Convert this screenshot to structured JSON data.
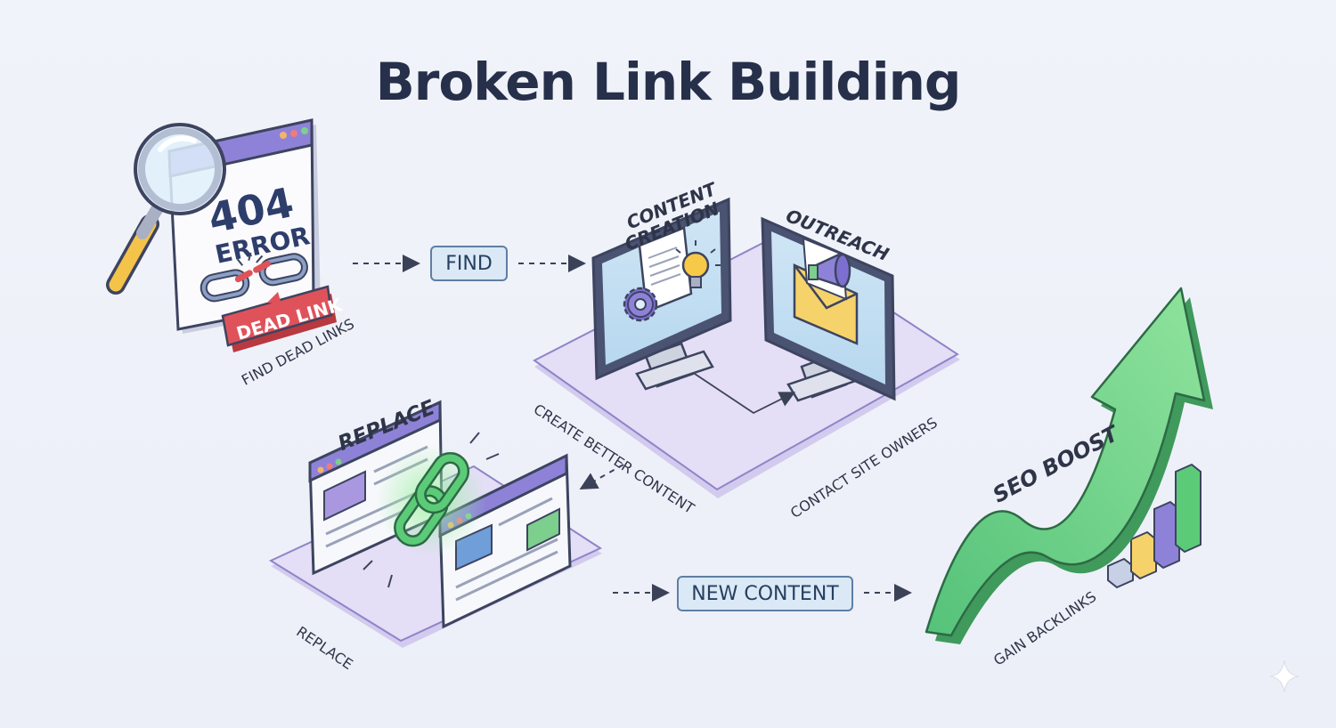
{
  "title": "Broken Link Building",
  "find_stage": {
    "error_code": "404",
    "error_word": "ERROR",
    "badge": "DEAD LINK",
    "caption": "FIND DEAD LINKS"
  },
  "pill_find": "FIND",
  "content_stage": {
    "heading_line1": "CONTENT",
    "heading_line2": "CREATION",
    "caption": "CREATE BETTER CONTENT"
  },
  "outreach_stage": {
    "heading": "OUTREACH",
    "caption": "CONTACT SITE OWNERS"
  },
  "replace_stage": {
    "heading": "REPLACE",
    "caption": "REPLACE"
  },
  "pill_new_content": "NEW CONTENT",
  "boost_stage": {
    "heading": "SEO BOOST",
    "caption": "GAIN BACKLINKS"
  },
  "colors": {
    "accent_purple": "#7d6fd0",
    "error_red": "#e0525a",
    "growth_green": "#5ccb78",
    "pill_blue": "#dbe9f7",
    "platform_lilac": "#e4def6"
  },
  "icons": [
    "magnifier-icon",
    "broken-chain-icon",
    "gear-icon",
    "lightbulb-icon",
    "document-icon",
    "megaphone-icon",
    "envelope-icon",
    "chain-link-icon",
    "growth-arrow-icon",
    "bar-chart-icon",
    "sparkle-icon"
  ]
}
